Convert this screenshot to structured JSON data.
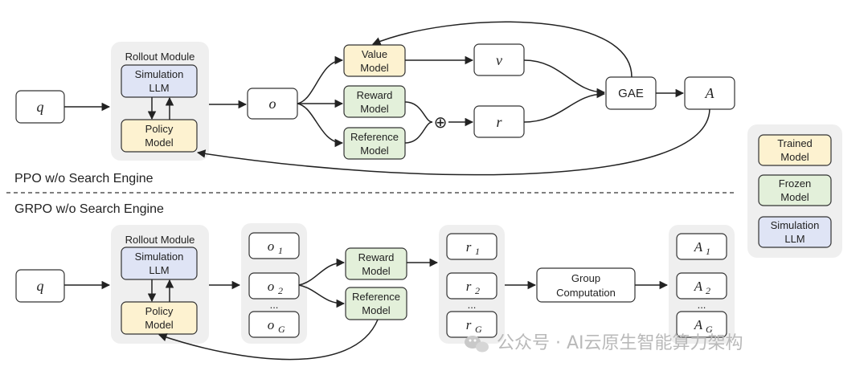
{
  "colors": {
    "trained": "#fdf2d0",
    "frozen": "#e3f0da",
    "simulation": "#dfe4f5",
    "panel": "#efefef",
    "stroke": "#333333"
  },
  "ppo": {
    "section_label": "PPO w/o Search Engine",
    "query": "q",
    "rollout": {
      "title": "Rollout Module",
      "simulation_line1": "Simulation",
      "simulation_line2": "LLM",
      "policy_line1": "Policy",
      "policy_line2": "Model"
    },
    "output": "o",
    "value_model_line1": "Value",
    "value_model_line2": "Model",
    "reward_model_line1": "Reward",
    "reward_model_line2": "Model",
    "reference_model_line1": "Reference",
    "reference_model_line2": "Model",
    "combine_symbol": "⊕",
    "value": "v",
    "reward": "r",
    "gae": "GAE",
    "advantage": "A"
  },
  "grpo": {
    "section_label": "GRPO w/o Search Engine",
    "query": "q",
    "rollout": {
      "title": "Rollout Module",
      "simulation_line1": "Simulation",
      "simulation_line2": "LLM",
      "policy_line1": "Policy",
      "policy_line2": "Model"
    },
    "outputs": {
      "o1": "o",
      "o1_sub": "1",
      "o2": "o",
      "o2_sub": "2",
      "ellipsis": "...",
      "oG": "o",
      "oG_sub": "G"
    },
    "reward_model_line1": "Reward",
    "reward_model_line2": "Model",
    "reference_model_line1": "Reference",
    "reference_model_line2": "Model",
    "rewards": {
      "r1": "r",
      "r1_sub": "1",
      "r2": "r",
      "r2_sub": "2",
      "ellipsis": "...",
      "rG": "r",
      "rG_sub": "G"
    },
    "group_line1": "Group",
    "group_line2": "Computation",
    "advantages": {
      "A1": "A",
      "A1_sub": "1",
      "A2": "A",
      "A2_sub": "2",
      "ellipsis": "...",
      "AG": "A",
      "AG_sub": "G"
    }
  },
  "legend": {
    "trained_line1": "Trained",
    "trained_line2": "Model",
    "frozen_line1": "Frozen",
    "frozen_line2": "Model",
    "simulation_line1": "Simulation",
    "simulation_line2": "LLM"
  },
  "watermark": {
    "icon": "wechat-icon",
    "text": "公众号 · AI云原生智能算力架构"
  }
}
